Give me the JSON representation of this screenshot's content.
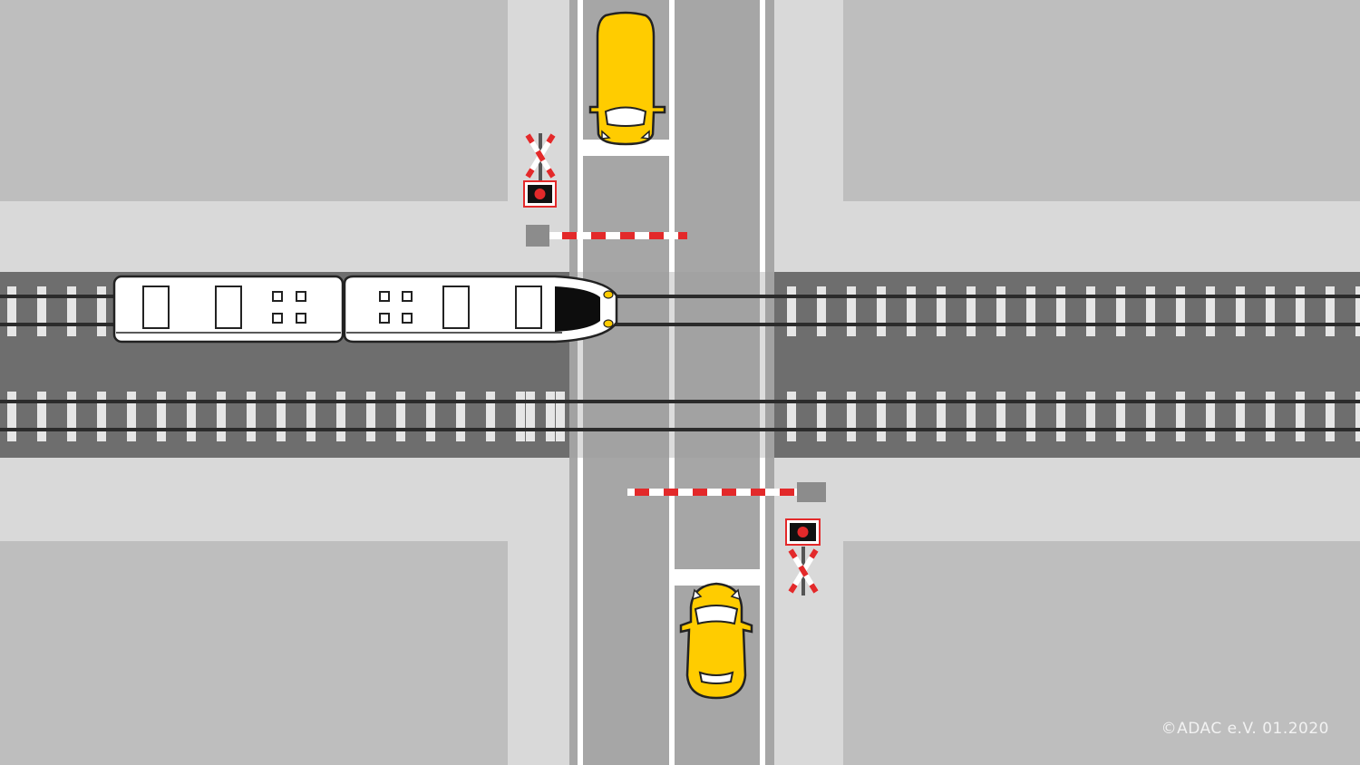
{
  "scene": {
    "type": "railway-level-crossing-illustration",
    "barrier_state": "closed",
    "crossing_lights": "red",
    "vehicles": [
      {
        "kind": "van",
        "color": "yellow",
        "direction": "southbound",
        "status": "waiting"
      },
      {
        "kind": "car",
        "color": "yellow",
        "direction": "northbound",
        "status": "waiting"
      },
      {
        "kind": "train",
        "color": "white",
        "direction": "eastbound",
        "status": "approaching"
      }
    ]
  },
  "colors": {
    "block": "#bebebe",
    "sidewalk": "#d9d9d9",
    "road": "#a6a6a6",
    "track_bed": "#6e6e6e",
    "vehicle_yellow": "#ffcc00",
    "barrier_red": "#e3292a",
    "signal_red": "#e3292a"
  },
  "copyright": "©ADAC e.V.  01.2020"
}
